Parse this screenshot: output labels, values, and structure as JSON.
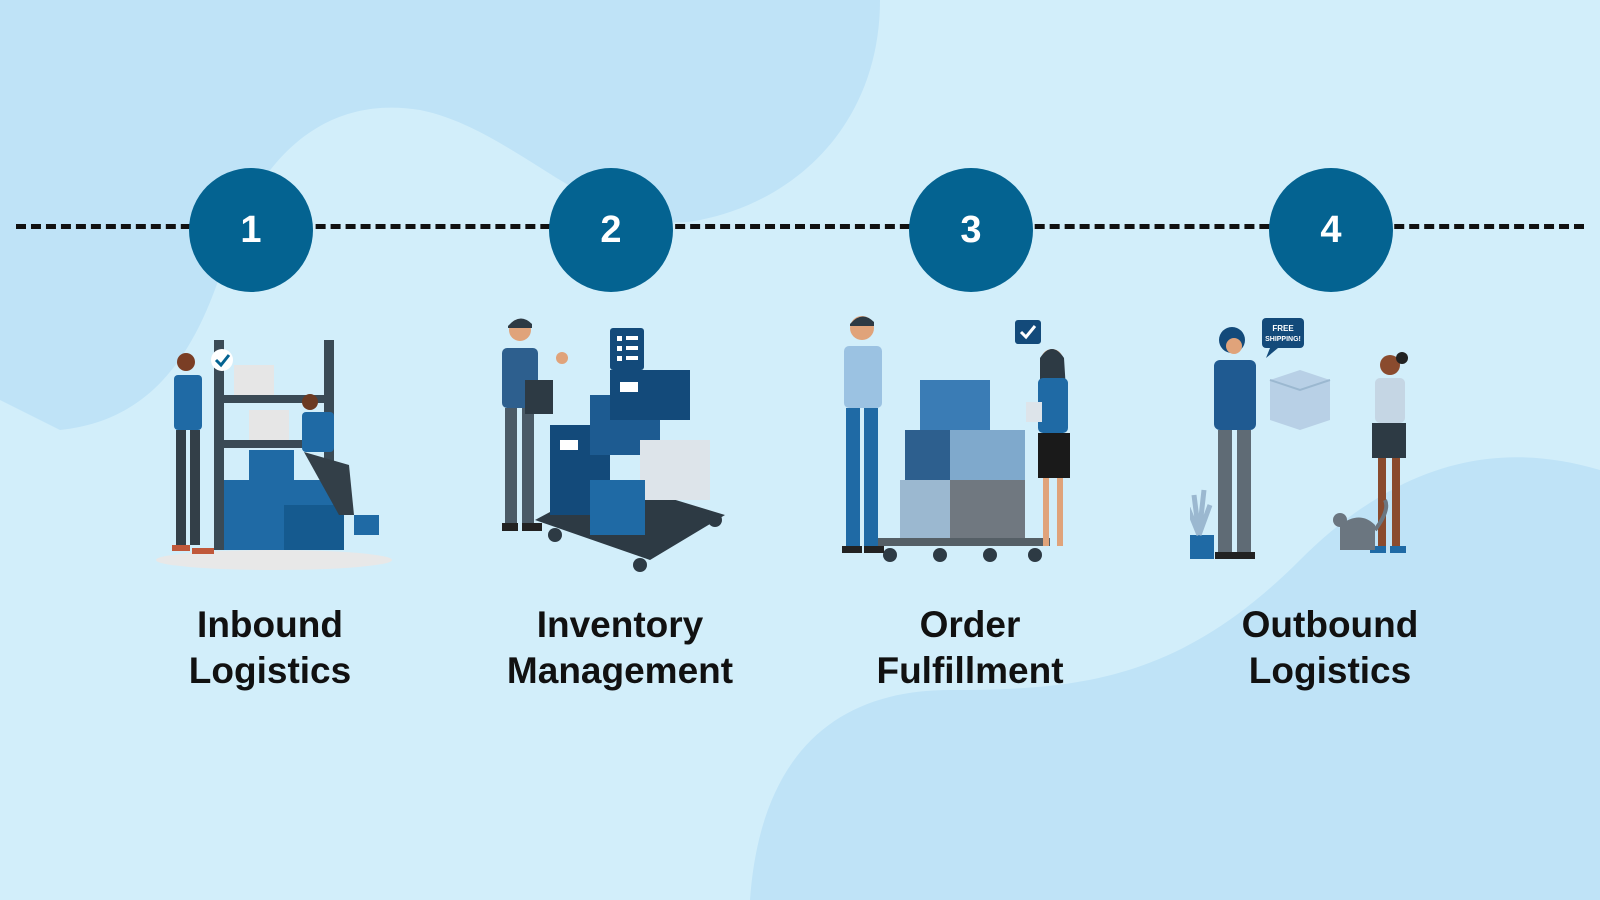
{
  "colors": {
    "background": "#d2eefa",
    "blob": "#bfe3f7",
    "badge": "#046391",
    "dash": "#111111"
  },
  "steps": [
    {
      "number": "1",
      "label_line1": "Inbound",
      "label_line2": "Logistics",
      "icon": "warehouse-shelf-illustration"
    },
    {
      "number": "2",
      "label_line1": "Inventory",
      "label_line2": "Management",
      "icon": "inventory-cart-illustration"
    },
    {
      "number": "3",
      "label_line1": "Order",
      "label_line2": "Fulfillment",
      "icon": "order-trolley-illustration"
    },
    {
      "number": "4",
      "label_line1": "Outbound",
      "label_line2": "Logistics",
      "icon": "package-delivery-illustration"
    }
  ],
  "delivery_bubble": {
    "line1": "FREE",
    "line2": "SHIPPING!"
  }
}
